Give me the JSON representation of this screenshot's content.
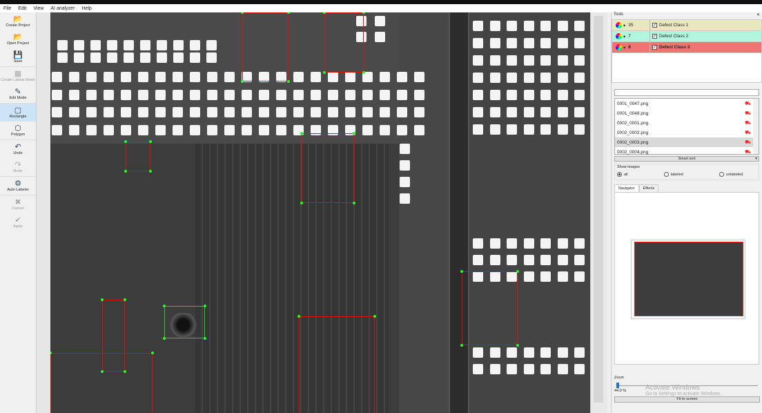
{
  "menu": [
    "File",
    "Edit",
    "View",
    "AI analyzer",
    "Help"
  ],
  "toolbar": [
    {
      "label": "Create Project",
      "icon": "folder-icon",
      "glyph": "📂",
      "state": "normal"
    },
    {
      "label": "Open Project",
      "icon": "folder-open-icon",
      "glyph": "📂",
      "state": "normal"
    },
    {
      "label": "Save",
      "icon": "save-icon",
      "glyph": "💾",
      "state": "normal"
    },
    {
      "label": "Create Labels Mode",
      "icon": "labels-icon",
      "glyph": "▦",
      "state": "disabled"
    },
    {
      "label": "Edit Mode",
      "icon": "edit-icon",
      "glyph": "✎",
      "state": "normal"
    },
    {
      "label": "Rectangle",
      "icon": "rectangle-icon",
      "glyph": "▢",
      "state": "active"
    },
    {
      "label": "Polygon",
      "icon": "polygon-icon",
      "glyph": "⬡",
      "state": "normal"
    },
    {
      "label": "Undo",
      "icon": "undo-icon",
      "glyph": "↶",
      "state": "normal"
    },
    {
      "label": "Redo",
      "icon": "redo-icon",
      "glyph": "↷",
      "state": "disabled"
    },
    {
      "label": "Auto Labeler",
      "icon": "gears-icon",
      "glyph": "⚙",
      "state": "normal"
    },
    {
      "label": "Cancel",
      "icon": "cancel-icon",
      "glyph": "✖",
      "state": "disabled"
    },
    {
      "label": "Apply",
      "icon": "check-icon",
      "glyph": "✔",
      "state": "disabled"
    }
  ],
  "tools": {
    "title": "Tools",
    "close": "✕",
    "classes": [
      {
        "count": "35",
        "name": "Defect Class 1",
        "color": "#e8e8c0"
      },
      {
        "count": "7",
        "name": "Defect Class 2",
        "color": "#b0f5dc"
      },
      {
        "count": "8",
        "name": "Defect Class 3",
        "color": "#f07474"
      }
    ]
  },
  "files": [
    "0001_0047.png",
    "0001_0048.png",
    "0002_0001.png",
    "0002_0002.png",
    "0002_0003.png",
    "0002_0004.png"
  ],
  "selected_file": "0002_0003.png",
  "smart_sort": "Smart sort",
  "show_images": {
    "title": "Show images",
    "options": [
      "all",
      "labeled",
      "unlabeled"
    ],
    "selected": "all"
  },
  "tabs": [
    "Navigator",
    "Effects"
  ],
  "zoom": {
    "title": "Zoom",
    "value": "44.0 %",
    "fit": "Fit to screen"
  },
  "watermark": {
    "line1": "Activate Windows",
    "line2": "Go to Settings to activate Windows."
  },
  "colors": {
    "annotation": "#dd1111",
    "selected_annotation": "#22cc22",
    "handle": "#22ff22"
  }
}
